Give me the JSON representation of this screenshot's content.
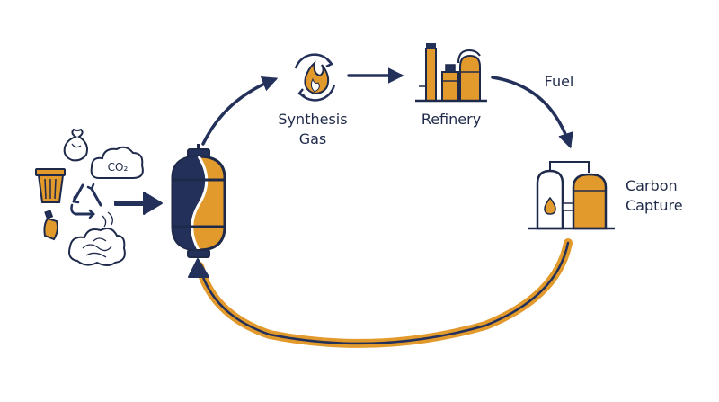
{
  "colors": {
    "navy": "#22305a",
    "orange": "#e29a2c",
    "outline": "#1f2a4a",
    "background": "#ffffff"
  },
  "inputs": {
    "co2_label": "CO₂",
    "icons": [
      "trash-bin-icon",
      "garbage-bag-icon",
      "co2-cloud-icon",
      "recycle-icon",
      "bottle-icon",
      "smoke-cloud-icon"
    ]
  },
  "nodes": {
    "synthesis_gas": {
      "line1": "Synthesis",
      "line2": "Gas",
      "icon": "flame-cycle-icon"
    },
    "refinery": {
      "label": "Refinery",
      "icon": "refinery-icon"
    },
    "fuel": {
      "label": "Fuel"
    },
    "carbon_capture": {
      "line1": "Carbon",
      "line2": "Capture",
      "icon": "carbon-capture-plant-icon"
    },
    "reactor": {
      "icon": "gasification-reactor-icon"
    }
  }
}
